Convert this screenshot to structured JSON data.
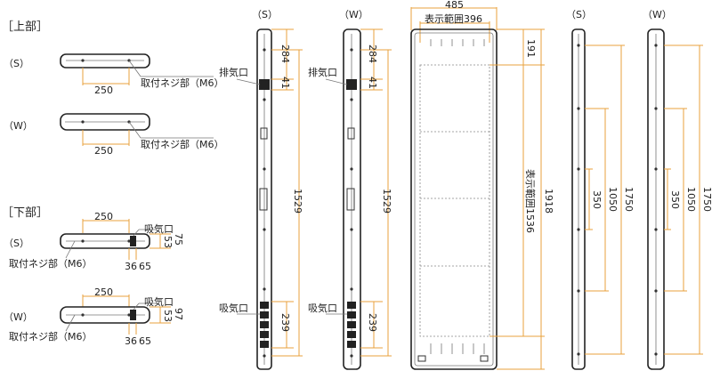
{
  "section_top": {
    "title": "［上部］",
    "s_label": "（S）",
    "w_label": "（W）",
    "dim_width": "250",
    "screw_label": "取付ネジ部（M6）"
  },
  "section_bottom": {
    "title": "［下部］",
    "s_label": "（S）",
    "w_label": "（W）",
    "dim_width": "250",
    "intake_label": "吸気口",
    "screw_label": "取付ネジ部（M6）",
    "dim_36": "36",
    "dim_65": "65",
    "dim_53": "53",
    "dim_75": "75",
    "dim_97": "97"
  },
  "side_view_s": {
    "label": "（S）",
    "exhaust_label": "排気口",
    "intake_label": "吸気口",
    "dim_284": "284",
    "dim_41": "41",
    "dim_1529": "1529",
    "dim_239": "239"
  },
  "side_view_w": {
    "label": "（W）",
    "exhaust_label": "排気口",
    "intake_label": "吸気口",
    "dim_284": "284",
    "dim_41": "41",
    "dim_1529": "1529",
    "dim_239": "239"
  },
  "front_view": {
    "dim_485": "485",
    "display_width": "表示範囲396",
    "dim_191": "191",
    "display_height": "表示範囲1536",
    "dim_1918": "1918"
  },
  "back_view_s": {
    "label": "（S）",
    "dim_350": "350",
    "dim_1050": "1050",
    "dim_1750": "1750"
  },
  "back_view_w": {
    "label": "（W）",
    "dim_350": "350",
    "dim_1050": "1050",
    "dim_1750": "1750"
  }
}
